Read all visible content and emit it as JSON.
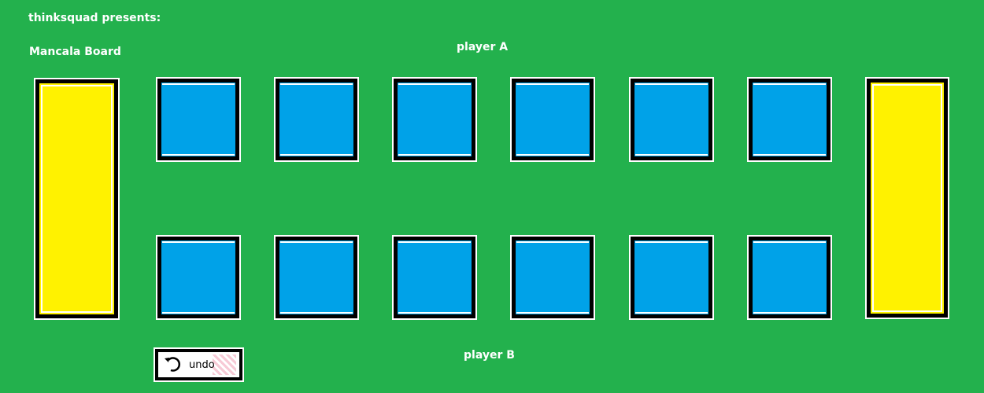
{
  "header": {
    "presents": "thinksquad presents:",
    "title": "Mancala Board"
  },
  "players": {
    "a_label": "player A",
    "b_label": "player B"
  },
  "board": {
    "colors": {
      "background": "#23b14d",
      "store": "#fff200",
      "pit": "#00a2e8",
      "outline": "#000000"
    },
    "stores": [
      "left-store",
      "right-store"
    ],
    "row_a_pit_count": 6,
    "row_b_pit_count": 6
  },
  "controls": {
    "undo_label": "undo",
    "undo_icon": "undo-arrow-icon"
  }
}
